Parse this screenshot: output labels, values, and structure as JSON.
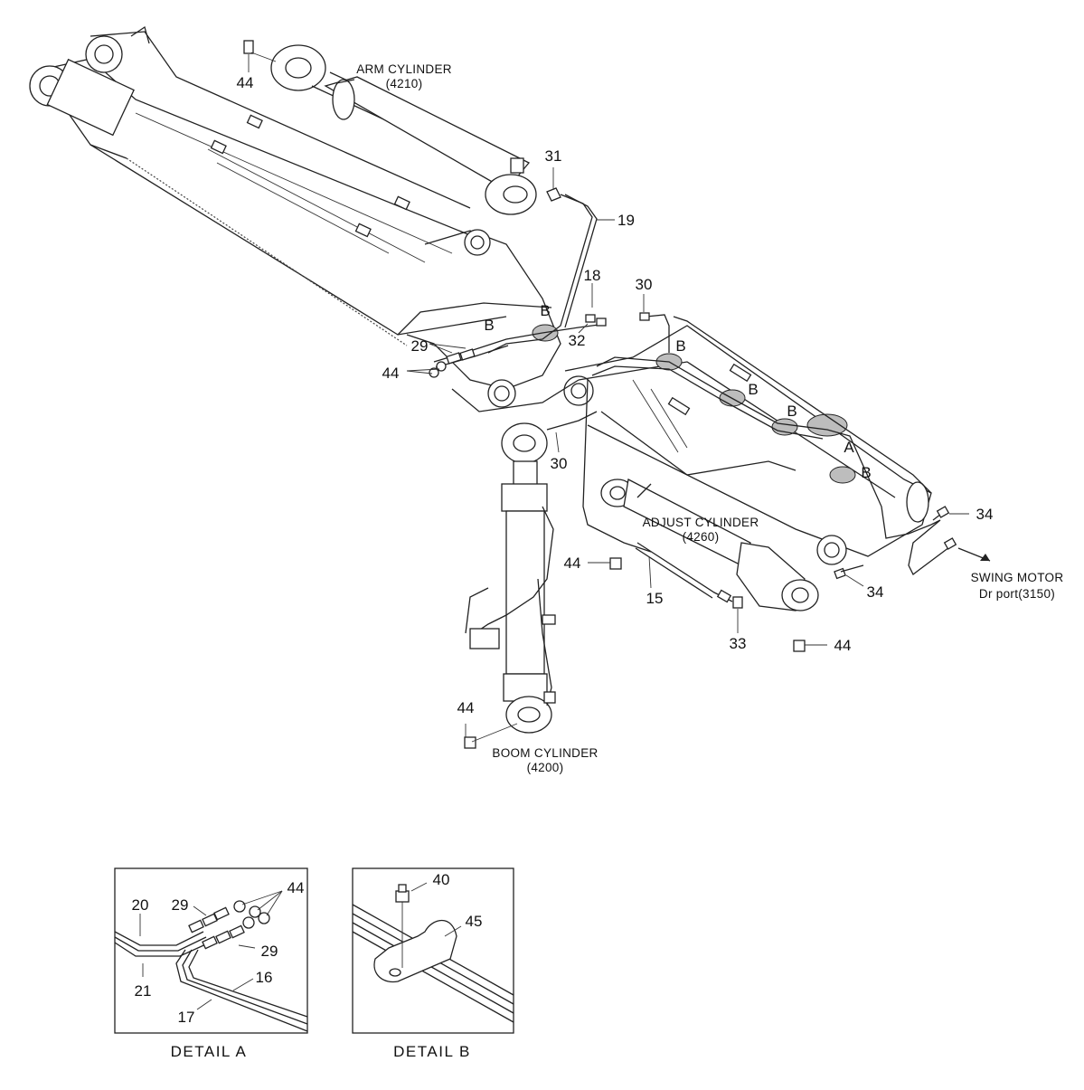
{
  "components": {
    "arm_cylinder": {
      "name": "ARM CYLINDER",
      "code": "(4210)"
    },
    "adjust_cylinder": {
      "name": "ADJUST CYLINDER",
      "code": "(4260)"
    },
    "boom_cylinder": {
      "name": "BOOM CYLINDER",
      "code": "(4200)"
    },
    "swing_motor": {
      "name": "SWING MOTOR",
      "port": "Dr port(3150)"
    }
  },
  "callouts": {
    "c44_top": "44",
    "c31": "31",
    "c19": "19",
    "c18": "18",
    "c30_top": "30",
    "c32": "32",
    "c29": "29",
    "c44_left": "44",
    "c30_mid": "30",
    "c34_right": "34",
    "c34_low": "34",
    "c44_adjust": "44",
    "c15": "15",
    "c33": "33",
    "c44_adjust_low": "44",
    "c44_boom": "44"
  },
  "section_marks": {
    "b1": "B",
    "b2": "B",
    "b3": "B",
    "b4": "B",
    "b5": "B",
    "b6": "B",
    "a1": "A"
  },
  "detail_a": {
    "caption": "DETAIL  A",
    "labels": {
      "c20": "20",
      "c21": "21",
      "c29_top": "29",
      "c29_bot": "29",
      "c44": "44",
      "c16": "16",
      "c17": "17"
    }
  },
  "detail_b": {
    "caption": "DETAIL  B",
    "labels": {
      "c40": "40",
      "c45": "45"
    }
  }
}
